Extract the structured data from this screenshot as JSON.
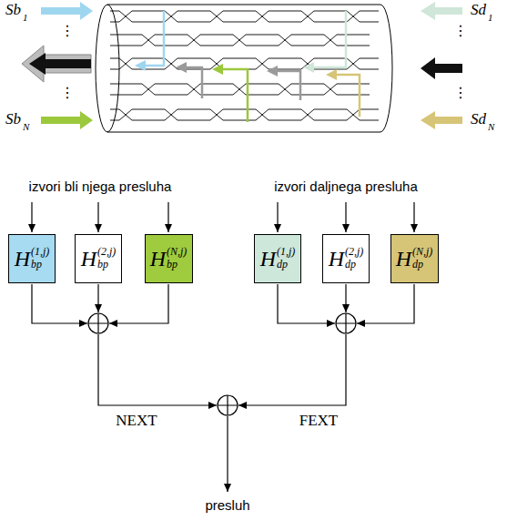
{
  "diagram": {
    "nodes": [
      {
        "text": [
          "H",
          "(1,j)",
          "bp"
        ]
      },
      {
        "text": [
          "H",
          "(2,j)",
          "bp"
        ]
      },
      {
        "text": [
          "H",
          "(N,j)",
          "bp"
        ]
      },
      {
        "text": [
          "H",
          "(1,j)",
          "dp"
        ]
      },
      {
        "text": [
          "H",
          "(2,j)",
          "dp"
        ]
      },
      {
        "text": [
          "H",
          "(N,j)",
          "dp"
        ]
      }
    ],
    "labels": [
      "Sb",
      "1",
      "⋮",
      "⋮",
      "Sb",
      "N",
      "Sd",
      "1",
      "⋮",
      "⋮",
      "Sd",
      "N",
      "izvori bli njega presluha",
      "izvori daljnega presluha",
      "NEXT",
      "FEXT",
      "presluh"
    ]
  }
}
